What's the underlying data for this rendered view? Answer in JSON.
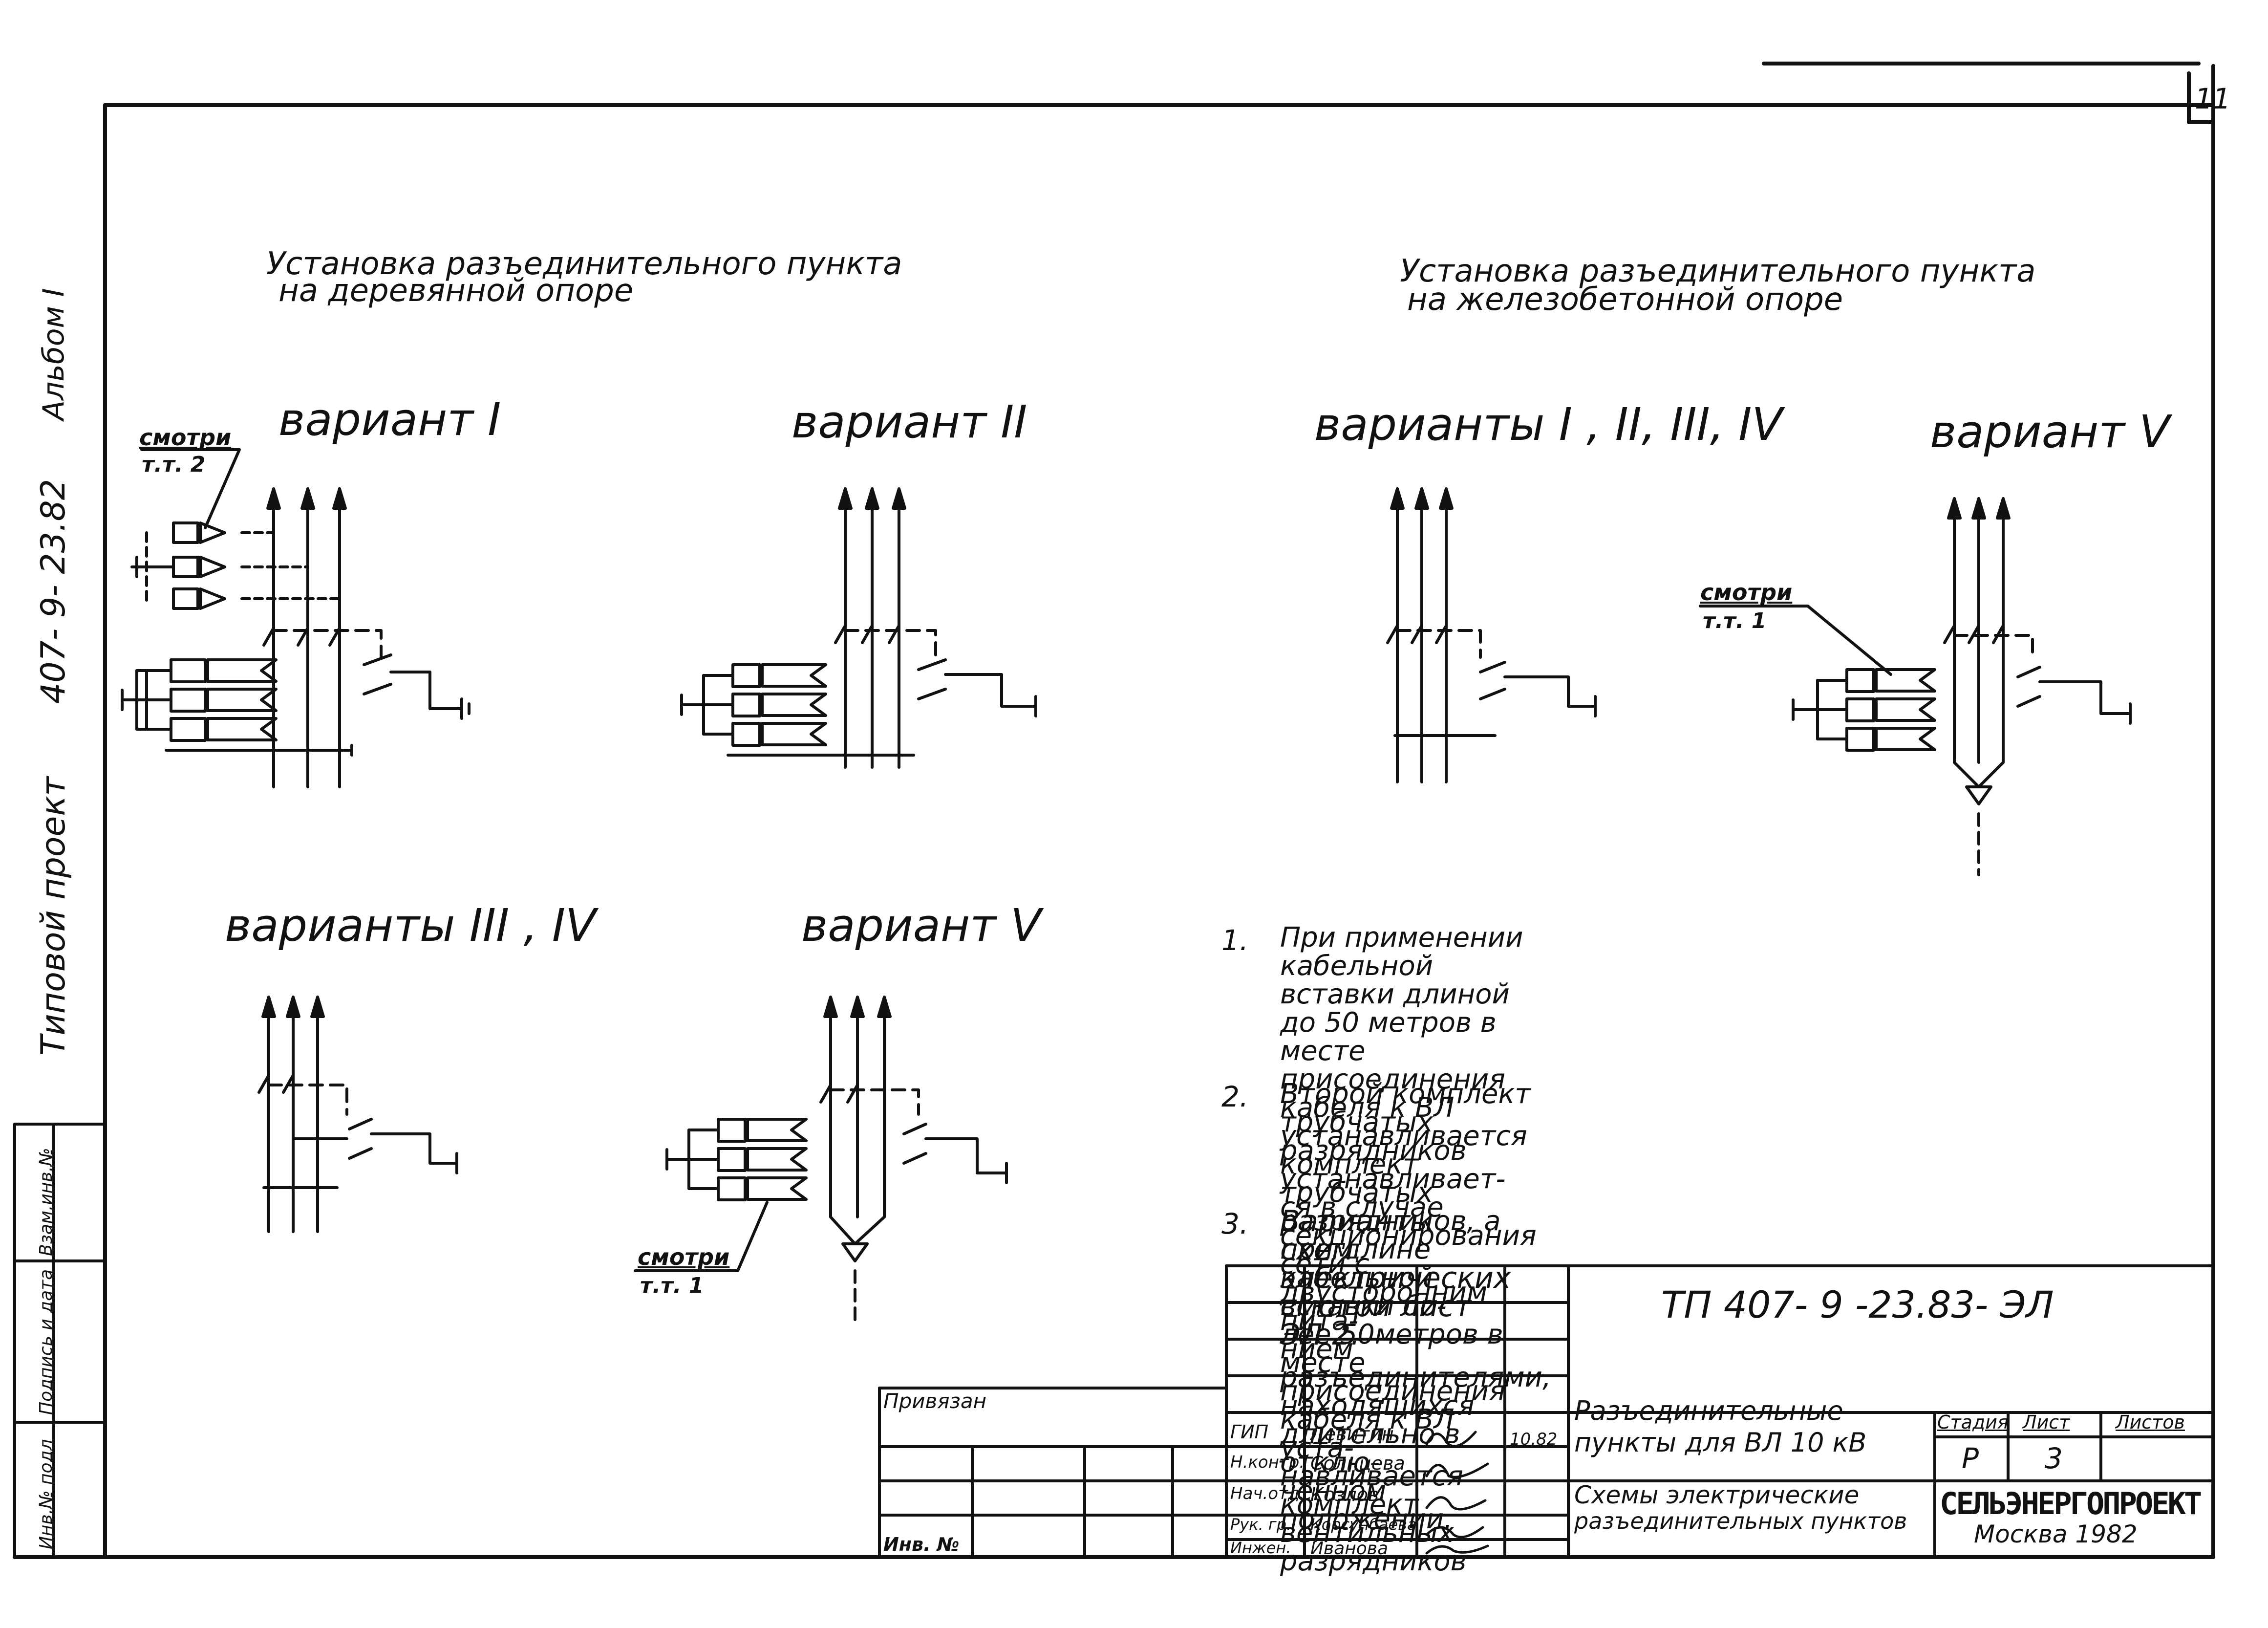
{
  "sheet_corner_number": "11",
  "side_stamp": {
    "project": "Типовой проект",
    "code": "407- 9- 23.82",
    "album": "Альбом I",
    "field_1": "Инв.№ подл",
    "field_2": "Подпись и дата",
    "field_3": "Взам.инв.№"
  },
  "left_section": {
    "title_line1": "Установка разъединительного пункта",
    "title_line2": "на деревянной опоре"
  },
  "right_section": {
    "title_line1": "Установка разъединительного пункта",
    "title_line2": "на железобетонной опоре"
  },
  "schemes": {
    "left_top_1": "вариант I",
    "left_top_2": "вариант II",
    "left_bottom_1": "варианты III , IV",
    "left_bottom_2": "вариант V",
    "right_1": "варианты I , II, III, IV",
    "right_2": "вариант V"
  },
  "callouts": {
    "c1_line1": "смотри",
    "c1_line2": "т.т. 2",
    "c2_line1": "смотри",
    "c2_line2": "т.т. 1",
    "c3_line1": "смотри",
    "c3_line2": "т.т. 1"
  },
  "notes": [
    {
      "num": "1.",
      "lines": [
        "При применении кабельной вставки длиной до 50 метров в",
        "месте присоединения кабеля к ВЛ устанавливается комплект",
        "трубчатых разрядников, а при длине кабельной вставки бо-",
        "лее 50метров в месте присоединения кабеля к ВЛ уста-",
        "навливается комплект вентильных разрядников"
      ]
    },
    {
      "num": "2.",
      "lines": [
        "Второй комплект трубчатых разрядников устанавливает-",
        "ся в случае секционирования сети с двусторонним пита-",
        "нием разъединителями, находящихся длительно в отклю-",
        "ченном положении."
      ]
    },
    {
      "num": "3.",
      "lines": [
        "Варианты схем электрических смотри лист ЭЛ 2."
      ]
    }
  ],
  "title_block": {
    "doc_code": "ТП 407- 9 -23.83- ЭЛ",
    "name_line1": "Разъединительные",
    "name_line2": "пункты для ВЛ 10 кВ",
    "sheet_line1": "Схемы электрические",
    "sheet_line2": "разъединительных пунктов",
    "stage_header": "Стадия",
    "sheet_header": "Лист",
    "sheets_header": "Листов",
    "stage": "Р",
    "sheet": "3",
    "sheets": "",
    "organization": "СЕЛЬЭНЕРГОПРОЕКТ",
    "city_year": "Москва 1982",
    "date": "10.82",
    "privyazan": "Привязан",
    "inv": "Инв. №",
    "roles": [
      "ГИП",
      "Н.контр.",
      "Нач.отд.",
      "Рук. гр.",
      "Инжен."
    ],
    "names": [
      "Левитин",
      "Солнцева",
      "Козлов",
      "Корсунбаева",
      "Иванова"
    ]
  }
}
